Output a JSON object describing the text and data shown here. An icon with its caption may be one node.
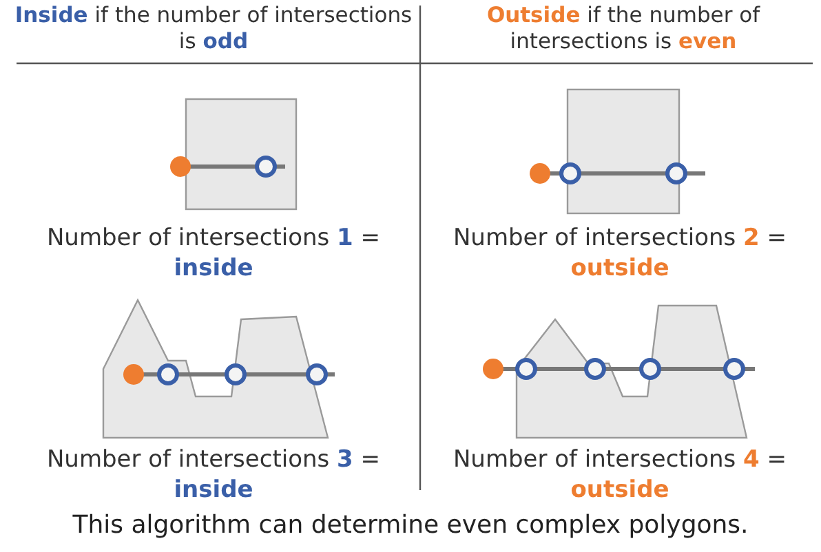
{
  "diagram": {
    "caption": "This algorithm can determine even complex polygons.",
    "labels": [
      "**Inside** if the number of intersections is **odd**",
      "**Outside** if the number of intersections is **even**",
      "Number of intersections **1** = **inside**",
      "Number of intersections **2** = **outside**",
      "Number of intersections **3** = **inside**",
      "Number of intersections **4** = **outside**"
    ]
  }
}
